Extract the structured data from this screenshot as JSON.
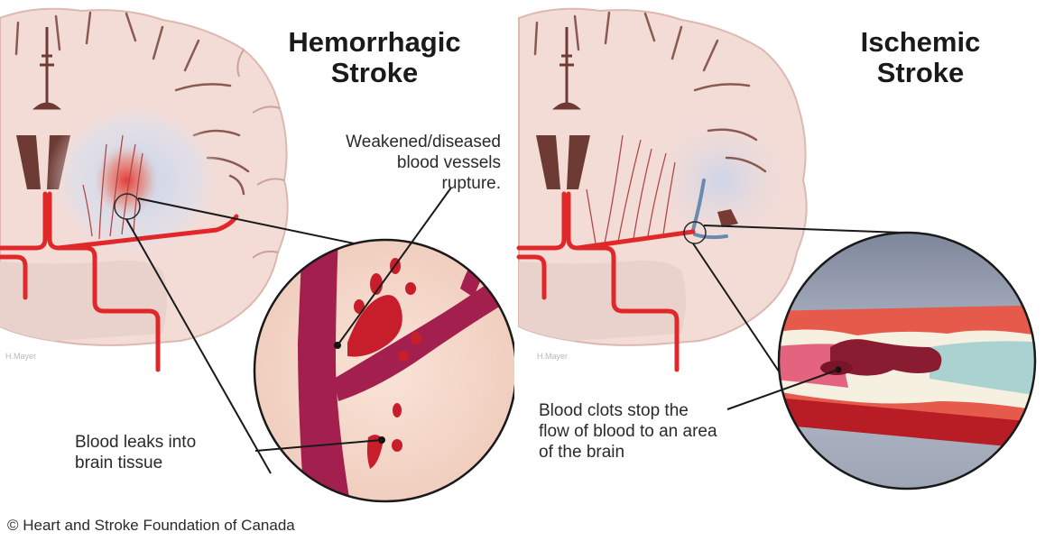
{
  "figure": {
    "copyright": "© Heart and Stroke Foundation of Canada",
    "colors": {
      "brain_tissue": "#f4dcd6",
      "sulci": "#8a5a52",
      "artery": "#e0282a",
      "hemorrhage_vessel": "#a3204e",
      "blood_drop": "#c81e2c",
      "ischemia_halo": "#c9d4ea",
      "clot": "#8a1c32",
      "plaque": "#f6f0e0",
      "ischemic_lumen": "#a9d2d0",
      "circle_bg_ischemic": "#a8b0c0",
      "text": "#2a2a2a"
    },
    "panels": [
      {
        "id": "hemorrhagic",
        "title_line1": "Hemorrhagic",
        "title_line2": "Stroke",
        "illustrator_credit": "H.Mayer",
        "callout_top": {
          "line1": "Weakened/diseased",
          "line2": "blood vessels",
          "line3": "rupture."
        },
        "callout_bottom": {
          "line1": "Blood leaks into",
          "line2": "brain tissue"
        }
      },
      {
        "id": "ischemic",
        "title_line1": "Ischemic",
        "title_line2": "Stroke",
        "illustrator_credit": "H.Mayer",
        "callout_bottom": {
          "line1": "Blood clots stop the",
          "line2": "flow of blood to an area",
          "line3": "of the brain"
        }
      }
    ]
  }
}
